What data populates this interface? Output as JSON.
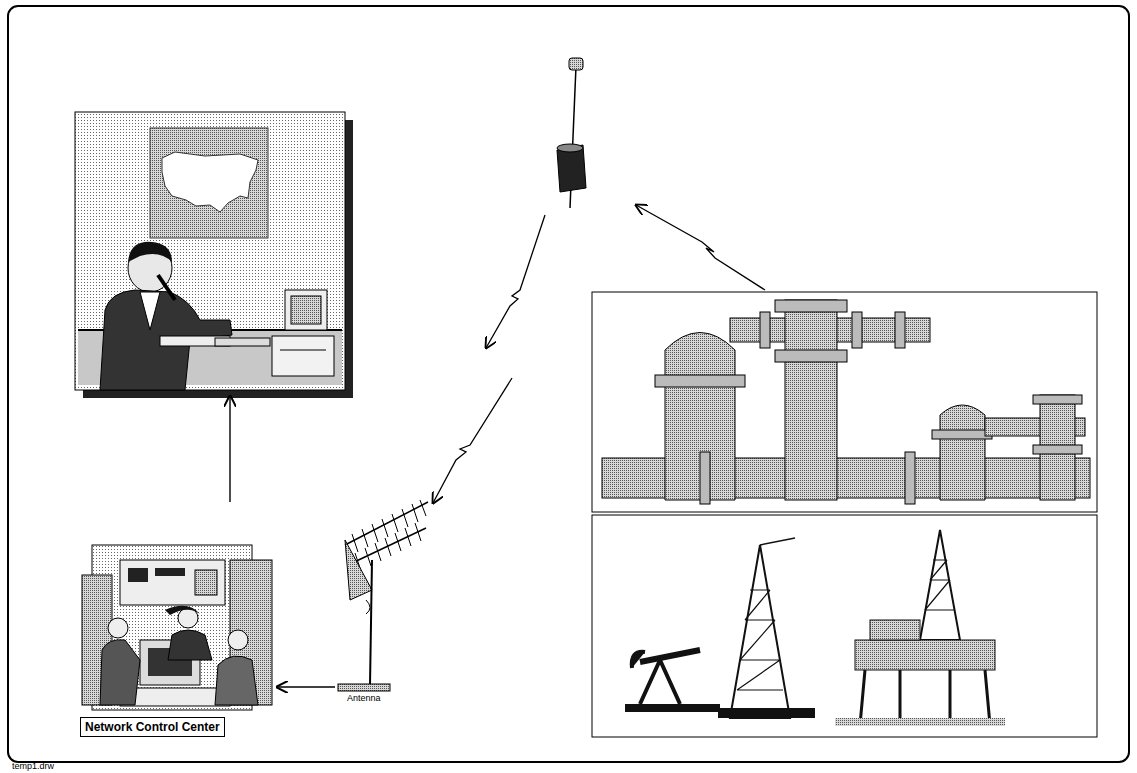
{
  "diagram": {
    "nodes": [
      {
        "text": [
          "Network Control Center"
        ]
      },
      {
        "text": [
          "Antenna"
        ]
      }
    ],
    "edges": [
      {
        "from": 1,
        "to": 0,
        "arrow": "to"
      }
    ],
    "labels": [
      "temp1.drw"
    ]
  }
}
